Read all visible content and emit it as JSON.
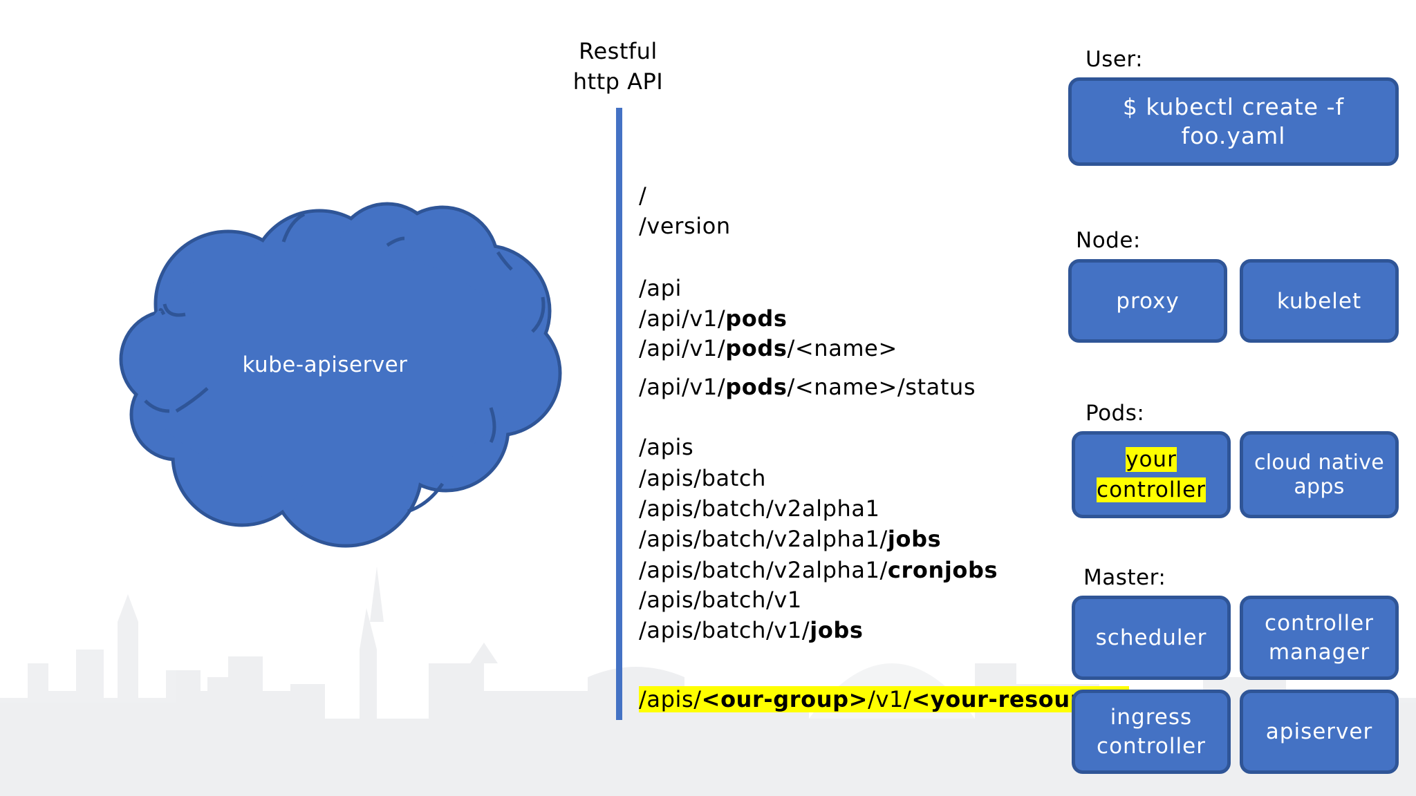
{
  "cloud": {
    "label": "kube-apiserver"
  },
  "api": {
    "title_line1": "Restful",
    "title_line2": "http API",
    "routes": [
      {
        "plain": "/",
        "bold": "",
        "tail": ""
      },
      {
        "plain": "/version",
        "bold": "",
        "tail": ""
      },
      {
        "plain": "/api",
        "bold": "",
        "tail": ""
      },
      {
        "plain": "/api/v1/",
        "bold": "pods",
        "tail": ""
      },
      {
        "plain": "/api/v1/",
        "bold": "pods",
        "tail": "/<name>"
      },
      {
        "plain": "/api/v1/",
        "bold": "pods",
        "tail": "/<name>/status"
      },
      {
        "plain": "/apis",
        "bold": "",
        "tail": ""
      },
      {
        "plain": "/apis/batch",
        "bold": "",
        "tail": ""
      },
      {
        "plain": "/apis/batch/v2alpha1",
        "bold": "",
        "tail": ""
      },
      {
        "plain": "/apis/batch/v2alpha1/",
        "bold": "jobs",
        "tail": ""
      },
      {
        "plain": "/apis/batch/v2alpha1/",
        "bold": "cronjobs",
        "tail": ""
      },
      {
        "plain": "/apis/batch/v1",
        "bold": "",
        "tail": ""
      },
      {
        "plain": "/apis/batch/v1/",
        "bold": "jobs",
        "tail": ""
      }
    ],
    "custom_route": {
      "p1": "/apis/",
      "b1": "<our-group>",
      "p2": "/v1/",
      "b2": "<your-resource>"
    }
  },
  "user": {
    "label": "User:",
    "command": "$ kubectl create -f foo.yaml"
  },
  "node": {
    "label": "Node:",
    "items": [
      "proxy",
      "kubelet"
    ]
  },
  "pods": {
    "label": "Pods:",
    "your_controller": {
      "line1": "your",
      "line2": "controller"
    },
    "cloud_native": {
      "line1": "cloud native",
      "line2": "apps"
    }
  },
  "master": {
    "label": "Master:",
    "scheduler": "scheduler",
    "controller_manager": {
      "line1": "controller",
      "line2": "manager"
    },
    "ingress_controller": {
      "line1": "ingress",
      "line2": "controller"
    },
    "apiserver": "apiserver"
  },
  "colors": {
    "box_fill": "#4472c4",
    "box_border": "#2f5597",
    "highlight": "#ffff00"
  }
}
